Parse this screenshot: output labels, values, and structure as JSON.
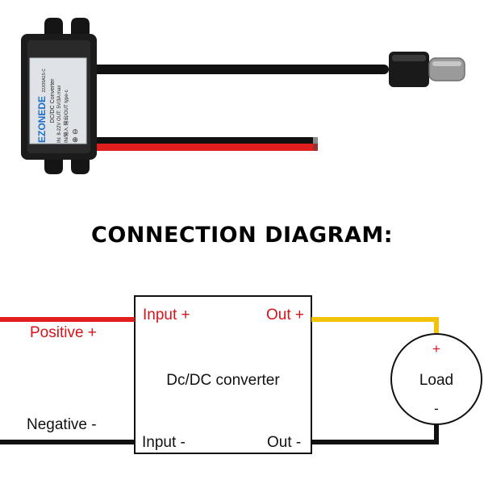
{
  "product": {
    "brand": "EZONEDE",
    "model": "22JO9A1S-C",
    "type_line": "DC/DC Converter",
    "input_spec": "IN: 8-22V",
    "output_spec": "OUT: 5V/3A max",
    "in_out_label": "IN/输入 输出/OUT",
    "output_type": "type-c"
  },
  "diagram": {
    "title": "CONNECTION DIAGRAM:",
    "positive_label": "Positive +",
    "negative_label": "Negative -",
    "input_plus": "Input +",
    "input_minus": "Input -",
    "out_plus": "Out +",
    "out_minus": "Out -",
    "converter_label": "Dc/DC converter",
    "load_label": "Load",
    "load_plus": "+",
    "load_minus": "-"
  },
  "colors": {
    "positive_wire": "#e01e1e",
    "output_wire": "#f2c20a",
    "negative_wire": "#111111",
    "label_red": "#d8121a"
  }
}
